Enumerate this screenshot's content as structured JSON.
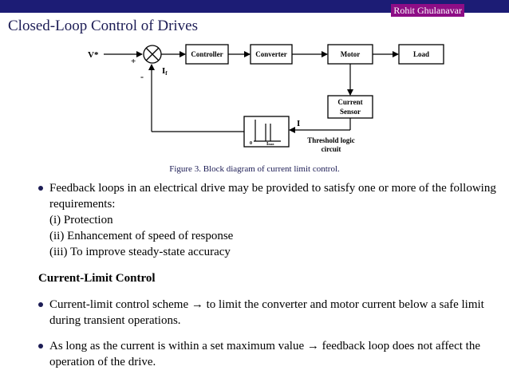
{
  "header": {
    "author": "Rohit Ghulanavar"
  },
  "slide": {
    "title": "Closed-Loop Control of Drives",
    "caption": "Figure 3. Block diagram of current limit control."
  },
  "diagram": {
    "input": "V*",
    "plus": "+",
    "minus": "-",
    "feedback_label": "I",
    "feedback_sub": "f",
    "blocks": {
      "controller": "Controller",
      "converter": "Converter",
      "motor": "Motor",
      "load": "Load",
      "sensor_line1": "Current",
      "sensor_line2": "Sensor"
    },
    "current_label": "I",
    "threshold_line1": "Threshold logic",
    "threshold_line2": "circuit",
    "threshold_zero": "0",
    "threshold_imax": "I",
    "threshold_imax_sub": "max"
  },
  "body": {
    "bullet1_text": "Feedback loops in an electrical drive may be provided to satisfy one or more of the following requirements:",
    "req1": "(i) Protection",
    "req2": "(ii) Enhancement of speed of response",
    "req3": "(iii) To improve steady-state accuracy",
    "section_title": "Current-Limit Control",
    "bullet2": "Current-limit control scheme → to limit the converter and motor current below a safe limit during transient operations.",
    "bullet3": "As long as the current is within a set maximum value → feedback loop does not affect the operation of the drive."
  }
}
